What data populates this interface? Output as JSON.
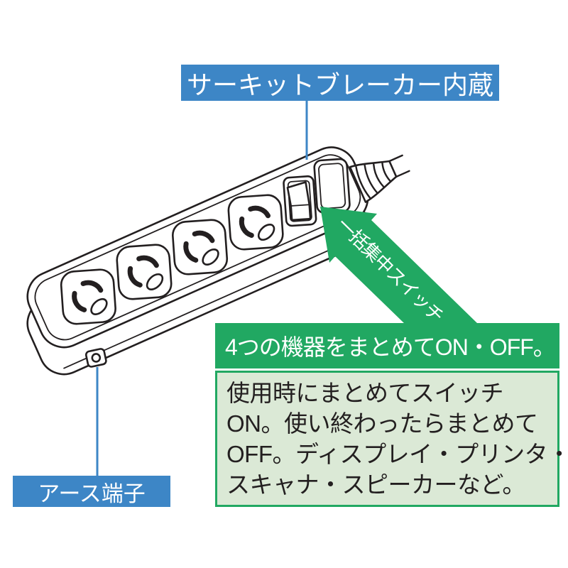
{
  "colors": {
    "blue": "#3d86c6",
    "green": "#21a862",
    "light_green": "#dbe9d6",
    "ink": "#231f20"
  },
  "labels": {
    "circuit_breaker": "サーキットブレーカー内蔵",
    "earth_terminal": "アース端子",
    "master_switch_arrow": "一括集中スイッチ"
  },
  "callout": {
    "title": "4つの機器をまとめてON・OFF。",
    "body_lines": [
      "使用時にまとめてスイッチ",
      "ON。使い終わったらまとめて",
      "OFF。ディスプレイ・プリンタ・",
      "スキャナ・スピーカーなど。"
    ]
  },
  "illustration": {
    "subject": "4-outlet power strip with master switch, circuit breaker and earth terminal",
    "outlet_count": 4
  }
}
